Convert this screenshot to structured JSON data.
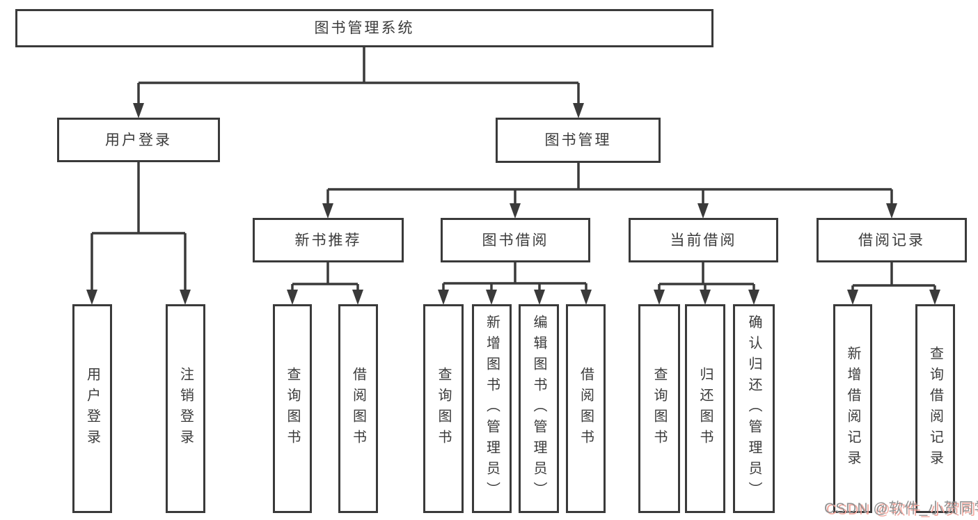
{
  "hierarchy": {
    "label": "图书管理系统",
    "children": [
      {
        "label": "用户登录",
        "children": [
          {
            "label": "用户登录"
          },
          {
            "label": "注销登录"
          }
        ]
      },
      {
        "label": "图书管理",
        "children": [
          {
            "label": "新书推荐",
            "children": [
              {
                "label": "查询图书"
              },
              {
                "label": "借阅图书"
              }
            ]
          },
          {
            "label": "图书借阅",
            "children": [
              {
                "label": "查询图书"
              },
              {
                "label": "新增图书（管理员）"
              },
              {
                "label": "编辑图书（管理员）"
              },
              {
                "label": "借阅图书"
              }
            ]
          },
          {
            "label": "当前借阅",
            "children": [
              {
                "label": "查询图书"
              },
              {
                "label": "归还图书"
              },
              {
                "label": "确认归还（管理员）"
              }
            ]
          },
          {
            "label": "借阅记录",
            "children": [
              {
                "label": "新增借阅记录"
              },
              {
                "label": "查询借阅记录"
              }
            ]
          }
        ]
      }
    ]
  },
  "watermark": {
    "text": "CSDN @软件_小贺同学"
  },
  "colors": {
    "line": "#3a3a3a",
    "text": "#3b3b3b",
    "background": "#ffffff",
    "watermark_gray": "#929292",
    "watermark_pink": "#f2a79e"
  }
}
